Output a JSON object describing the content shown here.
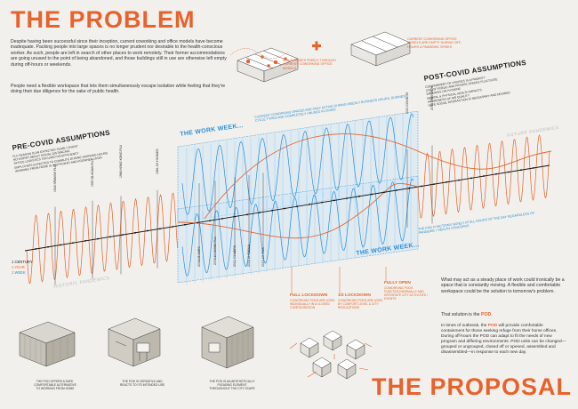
{
  "problem": {
    "title": "THE PROBLEM",
    "paragraph1": "Despite having been successful since their inception, current coworking and office models have become inadequate. Packing people into large spaces is no longer prudent nor desirable to the health-conscious worker. As such, people are left in search of other places to work remotely. Their former accommodations are going unused to the point of being abandoned, and those buildings still in use are otherwise left empty during off-hours or weekends.",
    "paragraph2": "People need a flexible workspace that lets them simultaneously escape isolation while feeling that they're doing their due diligence for the sake of public health."
  },
  "top_diagrams": {
    "virus_caption": "VIRUS PASSES FREELY THROUGH CURRENT COWORKING OFFICE MODELS",
    "office_caption": "CURRENT COWORKING OFFICE MODELS ARE EMPTY DURING OFF-HOURS & PANDEMIC SPIKES"
  },
  "pre_covid": {
    "heading": "PRE-COVID ASSUMPTIONS",
    "items": [
      "FLU SEASON IS AN EXPECTED YEARLY EVENT",
      "NO WORRY ABOUT SOCIAL DISTANCING",
      "OFFICE LOGISTICS FOCUSED ON EFFICIENCY",
      "EMPLOYEES EXPECTED TO COMMUTE DURING WORKING HOURS",
      "WORKING FROM HOME IS INEFFICIENT AND FROWNED UPON"
    ]
  },
  "post_covid": {
    "heading": "POST-COVID ASSUMPTIONS",
    "items": [
      "CONFINEMENT OF VIRUSES IS A PRIORITY",
      "USE OF PUBLIC AND PRIVATE SPACES FLUCTUATE",
      "EMPHASIS ON HYGIENE",
      "MENTAL & PHYSICAL HEALTH IMPACTS",
      "AWARENESS OF AIR QUALITY",
      "SAFE SOCIAL INTERACTION IS NECESSARY AND DESIRED"
    ]
  },
  "diagram": {
    "work_week_label": "THE WORK WEEK...",
    "top_band_note": "CURRENT COWORKING SPACES ARE ONLY ACTIVE DURING WEEKLY BUSINESS HOURS, BUSINESS CYCLE TYPES AND COMPLETELY UNUSED IN CRISIS",
    "bottom_band_note": "THE POD FUNCTIONS SAFELY AT ALL HOURS OF THE DAY REGARDLESS OF PANDEMIC / HEALTH CONCERNS",
    "future_label": "FUTURE PANDEMICS",
    "historic_label": "HISTORIC PANDEMICS",
    "legend": [
      "1 CENTURY",
      "1 YEAR",
      "1 WEEK"
    ],
    "pre_years": [
      {
        "year": "1918",
        "name": "SPANISH FLU"
      },
      {
        "year": "1957-58",
        "name": "ASIAN FLU"
      },
      {
        "year": "1968",
        "name": "HONG KONG FLU"
      },
      {
        "year": "1981-XX",
        "name": "HIV/AIDS"
      }
    ],
    "post_years": [
      {
        "year": "2020",
        "name": "COVID-19"
      },
      {
        "year": "20XX",
        "name": "UNKNOWN"
      }
    ],
    "mid_years": [
      {
        "year": "2002-03",
        "name": "SARS"
      },
      {
        "year": "2009-10",
        "name": "SWINE FLU"
      },
      {
        "year": "2012-XX",
        "name": "MERS"
      },
      {
        "year": "2014-16",
        "name": "EBOLA"
      },
      {
        "year": "2015-XX",
        "name": "ZIKA"
      }
    ]
  },
  "phases": [
    {
      "heading": "FULL LOCKDOWN",
      "text": "COWORKING PODS ARE USED INDIVIDUALLY IN A CLOSED CONFIGURATION"
    },
    {
      "heading": "1/2 LOCKDOWN",
      "text": "COWORKING PODS ARE USED BY COMFORT LEVEL & CITY REGULATIONS"
    },
    {
      "heading": "FULLY OPEN",
      "text": "COWORKING PODS FUNCTION NORMALLY AND INTEGRATE CITY ACTIVITIES / EVENTS"
    }
  ],
  "pods": [
    "THE POD OFFERS A SAFE, COMFORTABLE ALTERNATIVE TO WORKING FROM HOME",
    "THE POD IS VERSATILE AND REACTS TO ITS INTENDED USE",
    "THE POD IS AN AESTHETICALLY PLEASING ELEMENT THROUGHOUT THE CITY SCAPE"
  ],
  "proposal": {
    "title": "THE PROPOSAL",
    "intro": "What may act as a steady place of work could ironically be a space that is constantly moving. A flexible and comfortable workspace could be the solution to tomorrow's problem.",
    "solution_prefix": "That solution is the ",
    "solution_word": "POD",
    "solution_suffix": ".",
    "detail_prefix": "In times of outbreak, the ",
    "detail_word": "POD",
    "detail_rest": " will provide comfortable containment for those seeking refuge from their home offices. During off-hours the POD can adapt to fit the needs of new program and differing environments. POD units can be changed—grouped or ungrouped, closed off or opened, assembled and disassembled—in response to each new day."
  },
  "colors": {
    "orange": "#e8622b",
    "blue": "#2a8fd6",
    "background": "#f1f0ec"
  }
}
